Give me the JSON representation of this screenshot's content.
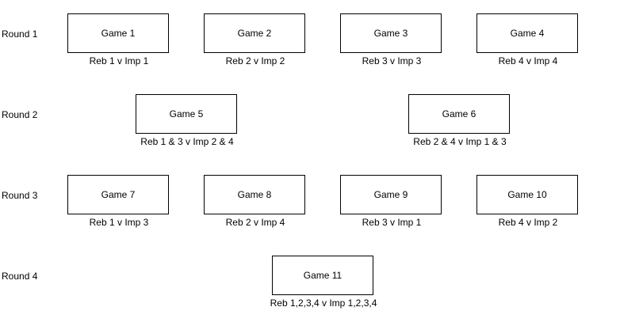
{
  "rounds": [
    {
      "label": "Round 1"
    },
    {
      "label": "Round 2"
    },
    {
      "label": "Round 3"
    },
    {
      "label": "Round 4"
    }
  ],
  "games": [
    {
      "title": "Game 1",
      "matchup": "Reb 1 v Imp 1"
    },
    {
      "title": "Game 2",
      "matchup": "Reb 2 v Imp 2"
    },
    {
      "title": "Game 3",
      "matchup": "Reb 3 v Imp 3"
    },
    {
      "title": "Game 4",
      "matchup": "Reb 4 v Imp 4"
    },
    {
      "title": "Game 5",
      "matchup": "Reb 1 & 3 v Imp 2 & 4"
    },
    {
      "title": "Game 6",
      "matchup": "Reb 2 & 4 v Imp 1 & 3"
    },
    {
      "title": "Game 7",
      "matchup": "Reb 1 v Imp 3"
    },
    {
      "title": "Game 8",
      "matchup": "Reb 2 v Imp 4"
    },
    {
      "title": "Game 9",
      "matchup": "Reb 3 v Imp 1"
    },
    {
      "title": "Game 10",
      "matchup": "Reb 4 v Imp 2"
    },
    {
      "title": "Game 11",
      "matchup": "Reb 1,2,3,4 v Imp 1,2,3,4"
    }
  ]
}
